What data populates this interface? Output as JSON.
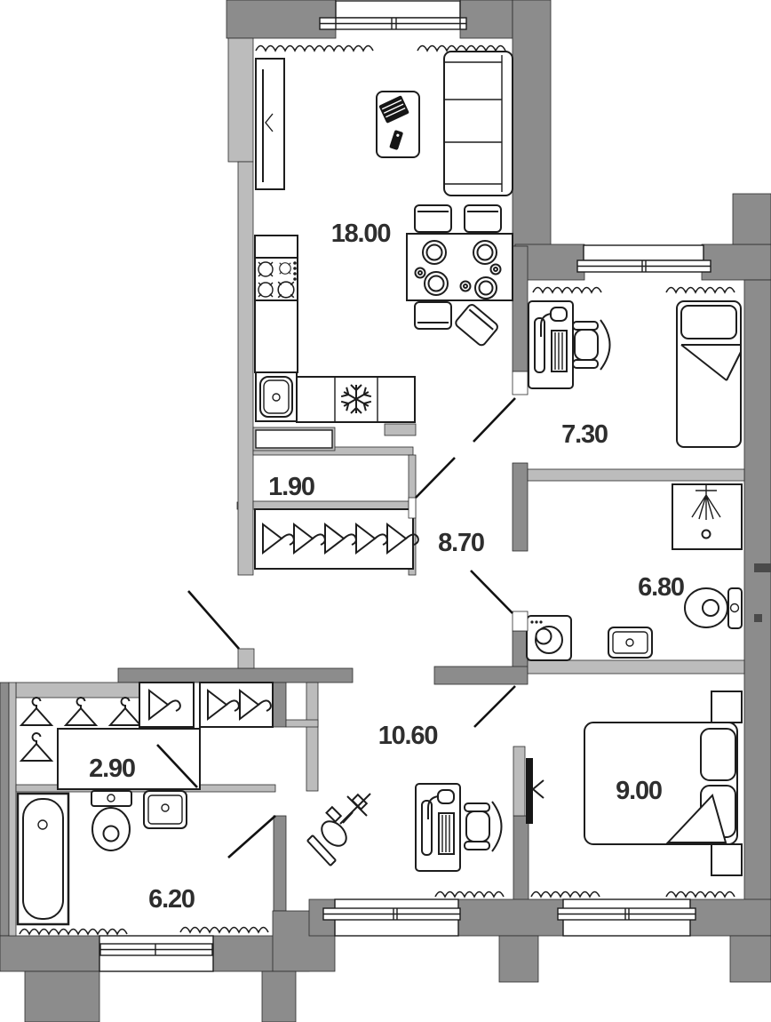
{
  "plan": {
    "type": "apartment-floor-plan",
    "colors": {
      "wall_dark": "#8c8c8c",
      "wall_light": "#bcbcbc",
      "line": "#1d1d1d",
      "label": "#2e2e2e",
      "bg": "#ffffff"
    },
    "rooms": [
      {
        "name": "living-kitchen",
        "area_label": "18.00"
      },
      {
        "name": "bedroom-small",
        "area_label": "7.30"
      },
      {
        "name": "entry-wardrobe",
        "area_label": "1.90"
      },
      {
        "name": "hallway",
        "area_label": "8.70"
      },
      {
        "name": "bathroom-shower",
        "area_label": "6.80"
      },
      {
        "name": "corridor",
        "area_label": "10.60"
      },
      {
        "name": "walk-in-closet",
        "area_label": "2.90"
      },
      {
        "name": "bedroom-master",
        "area_label": "9.00"
      },
      {
        "name": "bathroom-tub",
        "area_label": "6.20"
      }
    ]
  }
}
